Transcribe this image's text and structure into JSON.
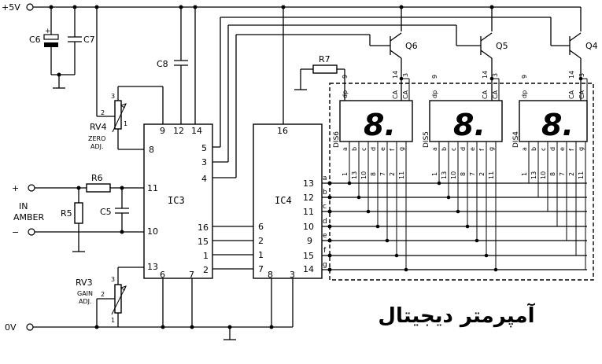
{
  "title": "آمپرمتر دیجیتال",
  "rails": {
    "vcc": "+5V",
    "gnd": "0V"
  },
  "input": {
    "plus": "+",
    "minus": "−",
    "label": "IN",
    "label2": "AMBER"
  },
  "components": {
    "c6": "C6",
    "c7": "C7",
    "c8": "C8",
    "c5": "C5",
    "r5": "R5",
    "r6": "R6",
    "r7": "R7",
    "rv4": "RV4",
    "rv4_line1": "ZERO",
    "rv4_line2": "ADJ.",
    "rv3": "RV3",
    "rv3_line1": "GAIN",
    "rv3_line2": "ADJ.",
    "q4": "Q4",
    "q5": "Q5",
    "q6": "Q6",
    "ic3": "IC3",
    "ic4": "IC4"
  },
  "ic3_pins": {
    "p9": "9",
    "p12": "12",
    "p14": "14",
    "p8": "8",
    "p5": "5",
    "p3": "3",
    "p4": "4",
    "p11": "11",
    "p10": "10",
    "p16": "16",
    "p15": "15",
    "p1": "1",
    "p2": "2",
    "p13": "13",
    "p6": "6",
    "p7": "7"
  },
  "ic4_pins": {
    "p16": "16",
    "p6": "6",
    "p2": "2",
    "p1": "1",
    "p7": "7",
    "p8": "8",
    "p3": "3",
    "p13": "13",
    "p12": "12",
    "p11": "11",
    "p10": "10",
    "p9": "9",
    "p15": "15",
    "p14": "14"
  },
  "ic4_seg_labels": [
    "a",
    "b",
    "c",
    "d",
    "e",
    "f",
    "g"
  ],
  "pot_pins": {
    "one": "1",
    "two": "2",
    "three": "3"
  },
  "displays": [
    {
      "name": "DIS6",
      "digit": "8."
    },
    {
      "name": "DIS5",
      "digit": "8."
    },
    {
      "name": "DIS4",
      "digit": "8."
    }
  ],
  "display_top_pins": [
    "9",
    "14",
    "3"
  ],
  "display_top_labels": [
    "dp",
    "CA",
    "CA"
  ],
  "display_bottom_labels": [
    "a",
    "b",
    "c",
    "d",
    "e",
    "f",
    "g"
  ],
  "display_bottom_pins": [
    "1",
    "13",
    "10",
    "8",
    "7",
    "2",
    "11"
  ]
}
